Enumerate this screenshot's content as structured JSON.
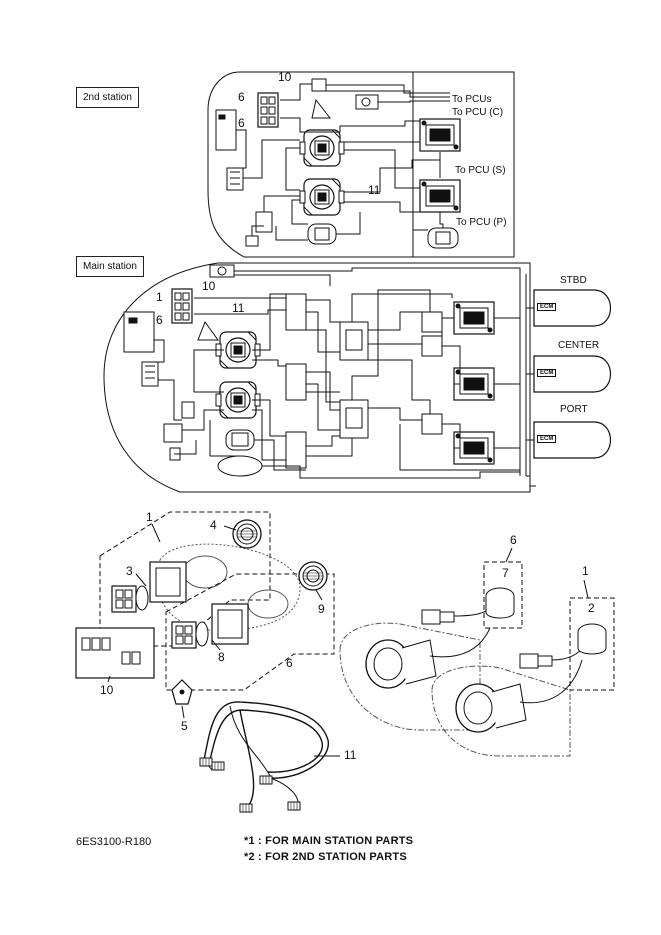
{
  "sections": {
    "second_station_label": "2nd station",
    "main_station_label": "Main station"
  },
  "destinations": {
    "to_pcus": "To PCUs",
    "to_pcu_c": "To PCU (C)",
    "to_pcu_s": "To PCU (S)",
    "to_pcu_p": "To PCU (P)"
  },
  "engines": {
    "stbd": "STBD",
    "center": "CENTER",
    "port": "PORT",
    "ecm": "ECM"
  },
  "schematic_callouts": {
    "top_10": "10",
    "top_6a": "6",
    "top_6b": "6",
    "top_11": "11",
    "main_1": "1",
    "main_10": "10",
    "main_11": "11",
    "main_6": "6"
  },
  "parts_callouts": {
    "p1_left": "1",
    "p2": "2",
    "p3": "3",
    "p4": "4",
    "p5": "5",
    "p6_mid": "6",
    "p6_right": "6",
    "p7": "7",
    "p8": "8",
    "p9": "9",
    "p10": "10",
    "p11": "11",
    "p1_right": "1"
  },
  "footer": {
    "drawing_code": "6ES3100-R180",
    "note1": "*1 : FOR MAIN STATION PARTS",
    "note2": "*2 : FOR 2ND STATION PARTS"
  }
}
